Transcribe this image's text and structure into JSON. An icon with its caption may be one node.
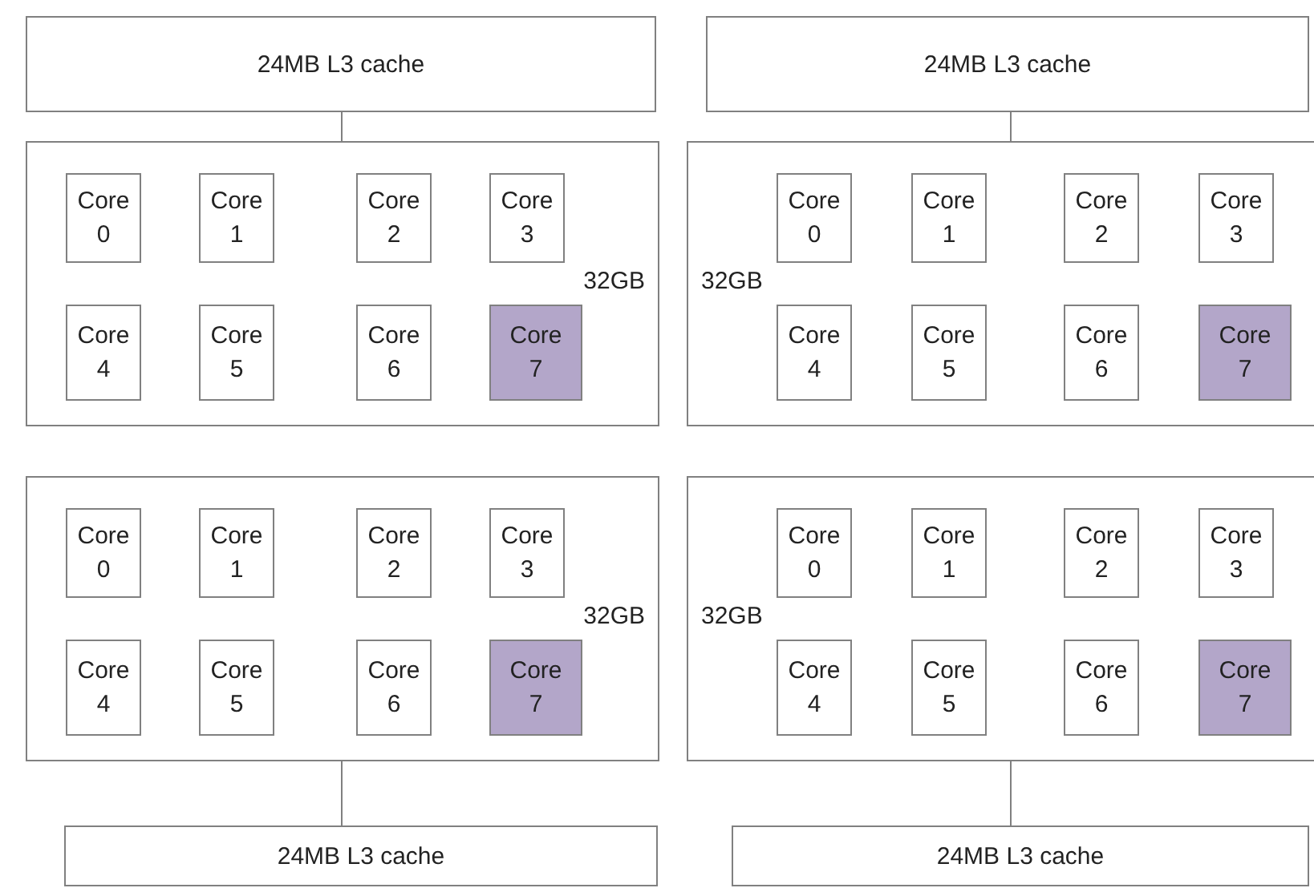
{
  "diagram": {
    "nodes": [
      {
        "text": [
          "24MB L3 cache"
        ]
      },
      {
        "text": [
          "24MB L3 cache"
        ]
      },
      {
        "text": [
          "32GB"
        ]
      },
      {
        "text": [
          "Core 0"
        ],
        "in": 2
      },
      {
        "text": [
          "Core 1"
        ],
        "in": 2
      },
      {
        "text": [
          "Core 2"
        ],
        "in": 2
      },
      {
        "text": [
          "Core 3"
        ],
        "in": 2
      },
      {
        "text": [
          "Core 4"
        ],
        "in": 2
      },
      {
        "text": [
          "Core 5"
        ],
        "in": 2
      },
      {
        "text": [
          "Core 6"
        ],
        "in": 2
      },
      {
        "text": [
          "Core 7"
        ],
        "in": 2
      },
      {
        "text": [
          "32GB"
        ]
      },
      {
        "text": [
          "Core 0"
        ],
        "in": 11
      },
      {
        "text": [
          "Core 1"
        ],
        "in": 11
      },
      {
        "text": [
          "Core 2"
        ],
        "in": 11
      },
      {
        "text": [
          "Core 3"
        ],
        "in": 11
      },
      {
        "text": [
          "Core 4"
        ],
        "in": 11
      },
      {
        "text": [
          "Core 5"
        ],
        "in": 11
      },
      {
        "text": [
          "Core 6"
        ],
        "in": 11
      },
      {
        "text": [
          "Core 7"
        ],
        "in": 11
      },
      {
        "text": [
          "32GB"
        ]
      },
      {
        "text": [
          "Core 0"
        ],
        "in": 20
      },
      {
        "text": [
          "Core 1"
        ],
        "in": 20
      },
      {
        "text": [
          "Core 2"
        ],
        "in": 20
      },
      {
        "text": [
          "Core 3"
        ],
        "in": 20
      },
      {
        "text": [
          "Core 4"
        ],
        "in": 20
      },
      {
        "text": [
          "Core 5"
        ],
        "in": 20
      },
      {
        "text": [
          "Core 6"
        ],
        "in": 20
      },
      {
        "text": [
          "Core 7"
        ],
        "in": 20
      },
      {
        "text": [
          "32GB"
        ]
      },
      {
        "text": [
          "Core 0"
        ],
        "in": 29
      },
      {
        "text": [
          "Core 1"
        ],
        "in": 29
      },
      {
        "text": [
          "Core 2"
        ],
        "in": 29
      },
      {
        "text": [
          "Core 3"
        ],
        "in": 29
      },
      {
        "text": [
          "Core 4"
        ],
        "in": 29
      },
      {
        "text": [
          "Core 5"
        ],
        "in": 29
      },
      {
        "text": [
          "Core 6"
        ],
        "in": 29
      },
      {
        "text": [
          "Core 7"
        ],
        "in": 29
      },
      {
        "text": [
          "24MB L3 cache"
        ]
      },
      {
        "text": [
          "24MB L3 cache"
        ]
      }
    ],
    "edges": [
      {
        "from": 0,
        "to": 2,
        "arrow": "none"
      },
      {
        "from": 1,
        "to": 11,
        "arrow": "none"
      },
      {
        "from": 20,
        "to": 38,
        "arrow": "none"
      },
      {
        "from": 29,
        "to": 39,
        "arrow": "none"
      }
    ]
  }
}
